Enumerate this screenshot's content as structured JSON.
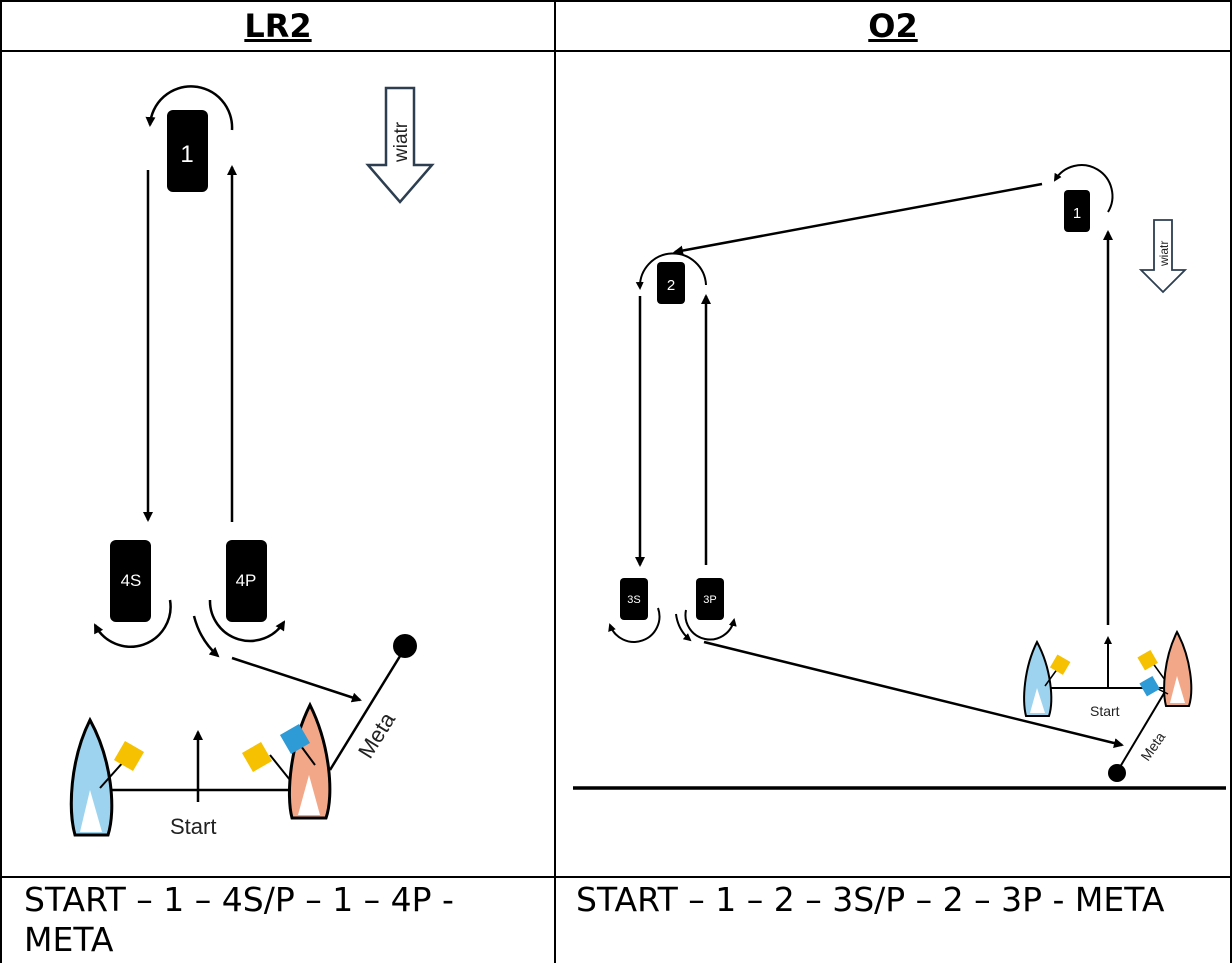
{
  "left": {
    "title": "LR2",
    "course": "START – 1 – 4S/P – 1 – 4P - META",
    "marks": {
      "m1": "1",
      "m4s": "4S",
      "m4p": "4P"
    },
    "wind_label": "wiatr",
    "start_label": "Start",
    "finish_label": "Meta"
  },
  "right": {
    "title": "O2",
    "course": "START – 1 – 2 – 3S/P – 2 – 3P - META",
    "marks": {
      "m1": "1",
      "m2": "2",
      "m3s": "3S",
      "m3p": "3P"
    },
    "wind_label": "wiatr",
    "start_label": "Start",
    "finish_label": "Meta"
  },
  "colors": {
    "mark": "#000000",
    "boat_blue": "#9dd3ee",
    "boat_orange": "#f2a888",
    "flag_yellow": "#f5c100",
    "flag_blue": "#2e9ad6",
    "wind_arrow": "#2c3e50"
  }
}
